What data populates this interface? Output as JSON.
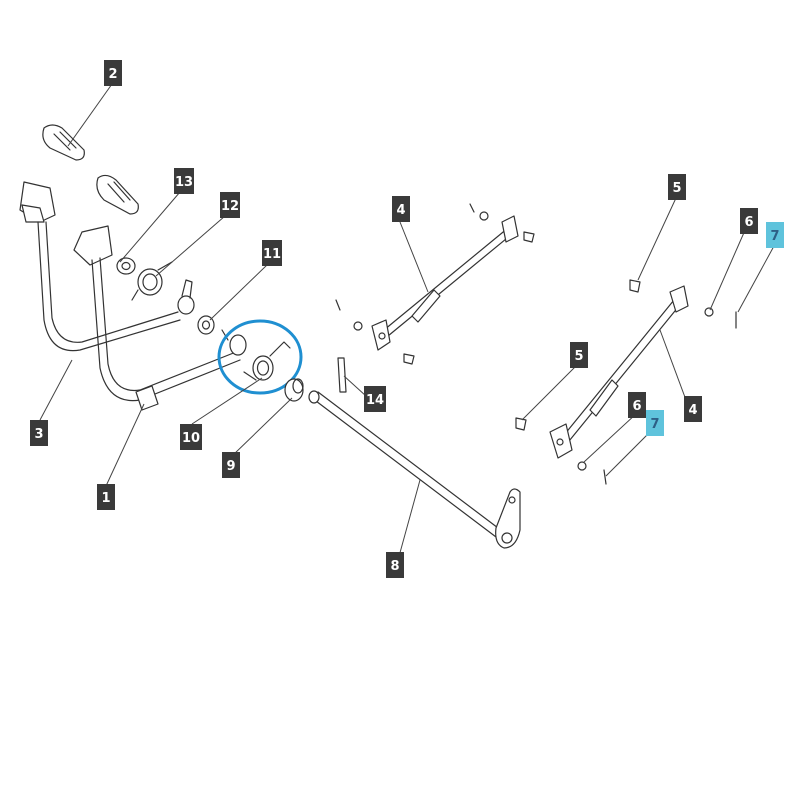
{
  "diagram": {
    "callout_labels": [
      "1",
      "2",
      "3",
      "4",
      "5",
      "6",
      "7",
      "8",
      "9",
      "10",
      "11",
      "12",
      "13",
      "14"
    ],
    "colors": {
      "label_bg": "#3a3a3a",
      "label_text": "#ffffff",
      "highlight_label_bg": "#5fc3dc",
      "highlight_label_text": "#2d5f86",
      "highlight_ring": "#1f8fd1",
      "line": "#333333"
    },
    "highlighted_parts": [
      "7",
      "10"
    ]
  }
}
